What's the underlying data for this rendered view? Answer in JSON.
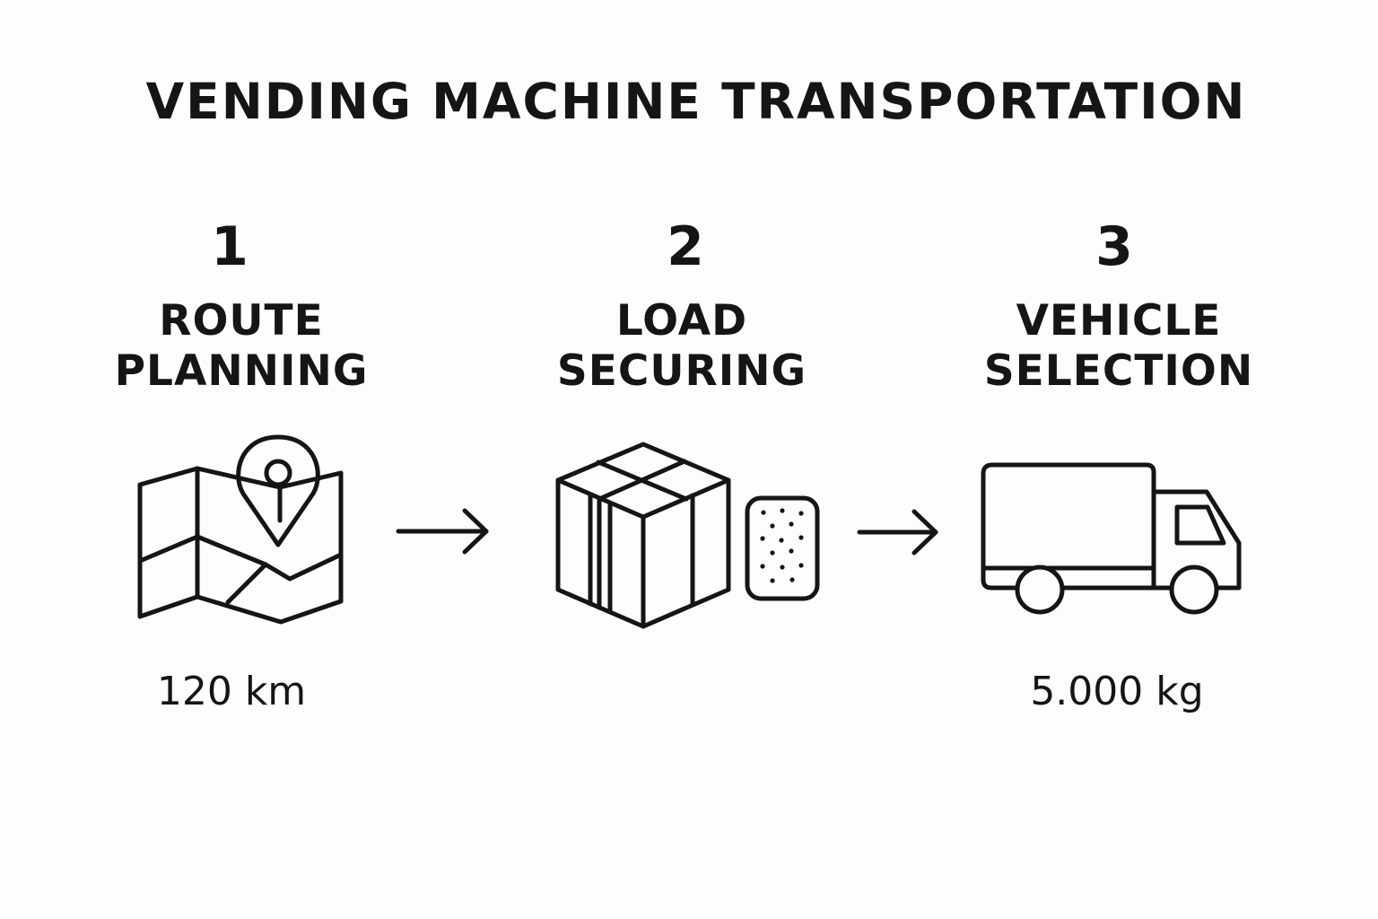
{
  "title": "VENDING MACHINE TRANSPORTATION",
  "steps": [
    {
      "number": "1",
      "label_line1": "ROUTE",
      "label_line2": "PLANNING",
      "icon": "map-pin-icon",
      "value": "120 km"
    },
    {
      "number": "2",
      "label_line1": "LOAD",
      "label_line2": "SECURING",
      "icon": "box-with-padding-icon",
      "value": ""
    },
    {
      "number": "3",
      "label_line1": "VEHICLE",
      "label_line2": "SELECTION",
      "icon": "truck-icon",
      "value": "5.000 kg"
    }
  ],
  "arrows": [
    "arrow-right-icon",
    "arrow-right-icon"
  ]
}
